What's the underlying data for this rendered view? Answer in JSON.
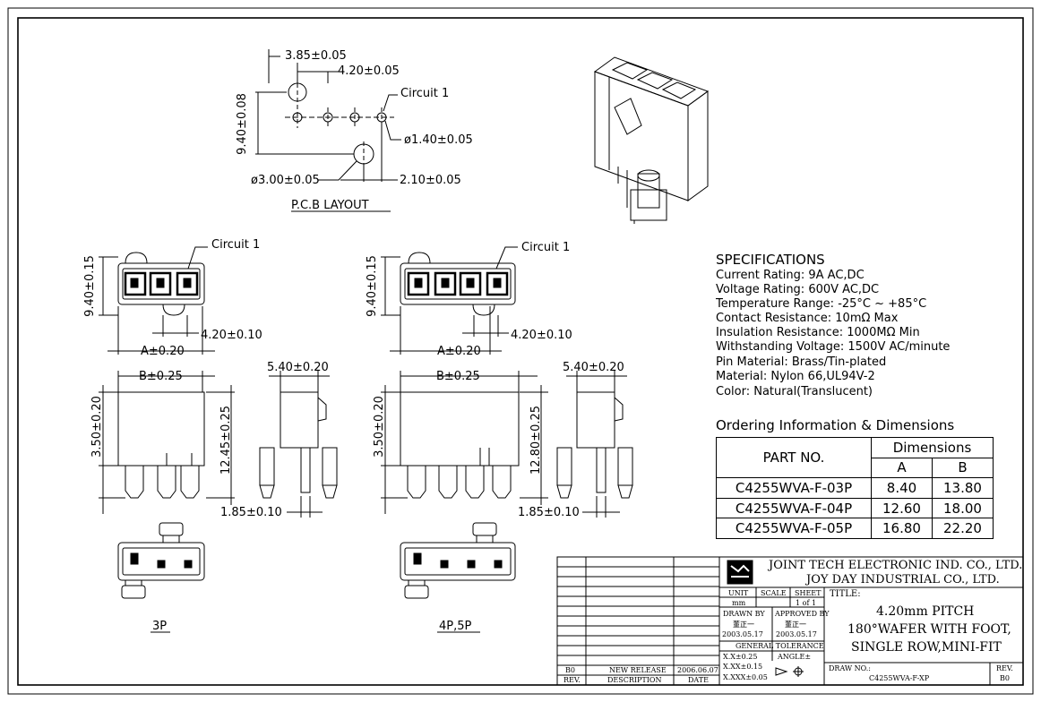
{
  "pcb_layout": {
    "title": "P.C.B LAYOUT",
    "dim_385": "3.85±0.05",
    "dim_420": "4.20±0.05",
    "dim_940": "9.40±0.08",
    "circuit": "Circuit 1",
    "dia_140": "ø1.40±0.05",
    "dia_300": "ø3.00±0.05",
    "dim_210": "2.10±0.05"
  },
  "view_3p": {
    "circuit": "Circuit 1",
    "h_dim": "9.40±0.15",
    "pitch": "4.20±0.10",
    "a_dim": "A±0.20",
    "b_dim": "B±0.25",
    "side_w": "5.40±0.20",
    "h350": "3.50±0.20",
    "h_total": "12.45±0.25",
    "foot": "1.85±0.10",
    "label": "3P"
  },
  "view_4p": {
    "circuit": "Circuit 1",
    "h_dim": "9.40±0.15",
    "pitch": "4.20±0.10",
    "a_dim": "A±0.20",
    "b_dim": "B±0.25",
    "side_w": "5.40±0.20",
    "h350": "3.50±0.20",
    "h_total": "12.80±0.25",
    "foot": "1.85±0.10",
    "label": "4P,5P"
  },
  "specifications": {
    "heading": "SPECIFICATIONS",
    "lines": [
      "Current Rating: 9A AC,DC",
      "Voltage Rating: 600V AC,DC",
      "Temperature Range: -25°C ~ +85°C",
      "Contact Resistance: 10mΩ Max",
      "Insulation Resistance: 1000MΩ Min",
      "Withstanding Voltage: 1500V AC/minute",
      "Pin Material: Brass/Tin-plated",
      "Material: Nylon 66,UL94V-2",
      "Color: Natural(Translucent)"
    ]
  },
  "ordering": {
    "heading": "Ordering Information & Dimensions",
    "col_part": "PART NO.",
    "col_dims": "Dimensions",
    "col_a": "A",
    "col_b": "B",
    "rows": [
      {
        "part": "C4255WVA-F-03P",
        "a": "8.40",
        "b": "13.80"
      },
      {
        "part": "C4255WVA-F-04P",
        "a": "12.60",
        "b": "18.00"
      },
      {
        "part": "C4255WVA-F-05P",
        "a": "16.80",
        "b": "22.20"
      }
    ]
  },
  "title_block": {
    "company1": "JOINT TECH ELECTRONIC IND. CO., LTD.",
    "company2": "JOY DAY INDUSTRIAL CO., LTD.",
    "unit_h": "UNIT",
    "scale_h": "SCALE",
    "sheet_h": "SHEET",
    "unit_v": "mm",
    "sheet_v": "1 of 1",
    "drawn_h": "DRAWN BY",
    "approved_h": "APPROVED BY",
    "drawn_name": "董正一",
    "approved_name": "董正一",
    "drawn_date": "2003.05.17",
    "approved_date": "2003.05.17",
    "tol_h": "GENERAL TOLERANCE",
    "tol1": "X.X±0.25",
    "tol2": "X.XX±0.15",
    "tol3": "X.XXX±0.05",
    "angle": "ANGLE±",
    "title_h": "TITLE:",
    "title1": "4.20mm PITCH",
    "title2": "180°WAFER WITH FOOT,",
    "title3": "SINGLE ROW,MINI-FIT",
    "draw_no_h": "DRAW NO.:",
    "draw_no": "C4255WVA-F-XP",
    "rev_h": "REV.",
    "rev_v": "B0",
    "rev_row_rev": "B0",
    "rev_row_desc": "NEW RELEASE",
    "rev_row_date": "2006.06.07",
    "hdr_rev": "REV.",
    "hdr_desc": "DESCRIPTION",
    "hdr_date": "DATE"
  }
}
